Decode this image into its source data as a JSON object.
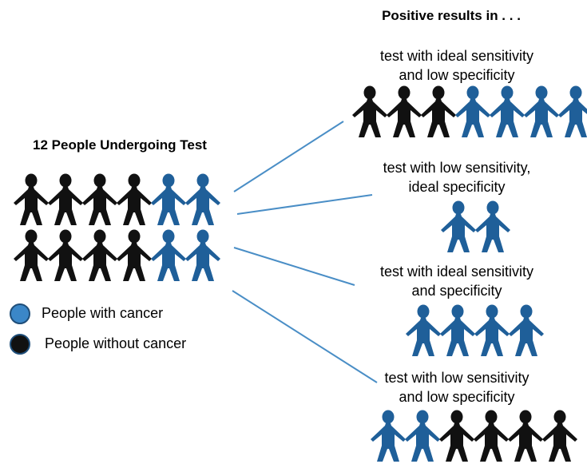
{
  "left": {
    "title": "12 People Undergoing Test",
    "rows": [
      [
        "without",
        "without",
        "without",
        "without",
        "with",
        "with"
      ],
      [
        "without",
        "without",
        "without",
        "without",
        "with",
        "with"
      ]
    ]
  },
  "right": {
    "title": "Positive results in . . .",
    "scenarios": [
      {
        "line1": "test with ideal sensitivity",
        "line2": "and low specificity",
        "people": [
          "without",
          "without",
          "without",
          "with",
          "with",
          "with",
          "with"
        ]
      },
      {
        "line1": "test with low sensitivity,",
        "line2": "ideal specificity",
        "people": [
          "with",
          "with"
        ]
      },
      {
        "line1": "test with ideal sensitivity",
        "line2": "and specificity",
        "people": [
          "with",
          "with",
          "with",
          "with"
        ]
      },
      {
        "line1": "test with low sensitivity",
        "line2": "and low specificity",
        "people": [
          "with",
          "with",
          "without",
          "without",
          "without",
          "without"
        ]
      }
    ]
  },
  "legend": {
    "with_cancer": "People with cancer",
    "without_cancer": "People without cancer"
  },
  "colors": {
    "with_cancer": "#1f5f99",
    "without_cancer": "#111111",
    "legend_with": "#3b87c8",
    "legend_with_border": "#1f4e79",
    "connector": "#4a8ec6"
  }
}
